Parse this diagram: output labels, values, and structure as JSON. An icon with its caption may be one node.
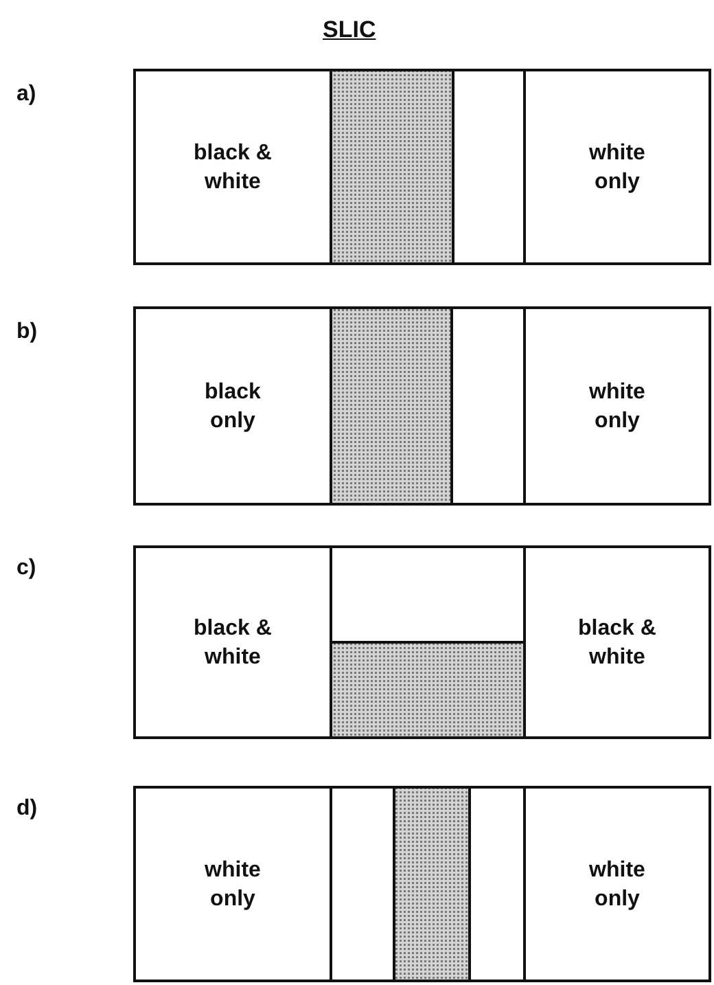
{
  "diagram": {
    "title": "SLIC",
    "nodes": [
      {
        "text": [
          "black & white"
        ]
      },
      {
        "text": [
          "white only"
        ]
      },
      {
        "text": [
          "black only"
        ]
      },
      {
        "text": [
          "white only"
        ]
      },
      {
        "text": [
          "black & white"
        ]
      },
      {
        "text": [
          "black & white"
        ]
      },
      {
        "text": [
          "white only"
        ]
      },
      {
        "text": [
          "white only"
        ]
      }
    ],
    "labels": [
      "a)",
      "b)",
      "c)",
      "d)"
    ]
  }
}
